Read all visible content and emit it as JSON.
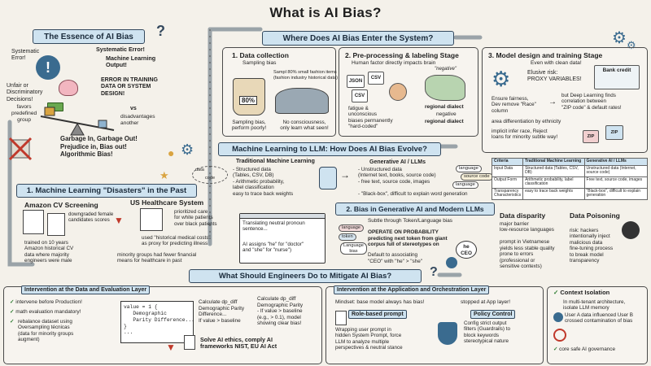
{
  "title": "What is AI Bias?",
  "essence": {
    "banner": "The Essence of AI Bias",
    "systematic_error_left": "Systematic\nError!",
    "systematic_error_right": "Systematic Error!",
    "ml_output": "Machine Learning\nOutput!",
    "unfair": "Unfair or\nDiscriminatory\nDecisions!",
    "error_training": "ERROR IN TRAINING\nDATA OR SYSTEM\nDESIGN!",
    "favors": "favors\npredefined\ngroup",
    "vs": "vs",
    "disadvantages": "disadvantages\nanother",
    "gigo": "Garbage In, Garbage Out!\nPrejudice in, Bias out!\nAlgorithmic Bias!"
  },
  "enter": {
    "banner": "Where Does AI Bias Enter the System?",
    "s1_title": "1. Data collection",
    "s1_sub": "Sampling bias",
    "s1_note": "Sampl 80% small fashion items\n(fashion industry historical data)",
    "s1_badge": "80%",
    "s1_cap1": "Sampling bias,\nperform poorly!",
    "s1_cap2": "No consciousness,\nonly learn what seen!",
    "s2_title": "2. Pre-processing & labeling Stage",
    "s2_sub": "Human factor directly impacts brain",
    "s2_json": "JSON",
    "s2_csv": "CSV",
    "s2_csv2": "CSV",
    "s2_negative": "\"negative\"",
    "s2_fatigue": "fatigue &\nunconscious\nbiases permanently\n\"hard-coded\"",
    "s2_dialect1": "regional dialect",
    "s2_negative2": "negative",
    "s2_dialect2": "regional dialect",
    "s3_title": "3. Model design and training Stage",
    "s3_sub": "Even with clean data!",
    "s3_risk": "Elusive risk:\nPROXY VARIABLES!",
    "s3_bank": "Bank credit",
    "s3_fair": "Ensure fairness,\nDev remove \"Race\"\ncolumn",
    "s3_but": "but Deep Learning finds\ncorrelation between\n\"ZIP code\" & default rates!",
    "s3_diff": "area differentiation by ethnicity",
    "s3_implicit": "implicit infer race, Reject\nloans for minority subtle way!",
    "s3_zip1": "ZIP",
    "s3_zip2": "ZIP"
  },
  "evolve": {
    "banner": "Machine Learning to LLM: How Does AI Bias Evolve?",
    "trad_title": "Traditional Machine Learning",
    "trad_points": "- Structured data\n  (Tables, CSV, DB)\n- Arithmetic probability,\n  label classification\n  easy to trace back weights",
    "gen_title": "Generative AI / LLMs",
    "gen_points": "- Unstructured data\n  (Internet text, books, source code)\n- free text, source code, images\n\n- \"Black-box\", difficult to explain word generation",
    "chip_language": "language",
    "chip_source": "source code",
    "chip_language2": "language",
    "chip_data": "data",
    "chip_code": "code",
    "table_header": [
      "Criteria",
      "Traditional Machine Learning",
      "Generative AI / LLMs"
    ],
    "table_rows": [
      [
        "Input Data",
        "Structured data (Tables, CSV, DB)",
        "Unstructured data (Internet, source code)"
      ],
      [
        "Output Form",
        "Arithmetic probability, label classification",
        "Free text, source code, images"
      ],
      [
        "Transparency Characteristics",
        "easy to trace back weights",
        "\"Black-box\", difficult to explain generation"
      ]
    ]
  },
  "disasters": {
    "banner": "1. Machine Learning \"Disasters\" in the Past",
    "amazon_title": "Amazon CV Screening",
    "amazon_down": "downgraded female\ncandidates scores",
    "amazon_train": "trained on 10 years\nAmazon historical CV\ndata where majority\nengineers were male",
    "health_title": "US Healthcare System",
    "health_care": "prioritized care\nfor white patients\nover black patients",
    "health_costs": "used \"historical medical costs\"\nas proxy for predicting illness",
    "health_minority": "minority groups had fewer financial\nmeans for healthcare in past",
    "translate_title": "Translating neutral pronoun\nsentence...",
    "translate_body": "AI assigns \"he\" for \"doctor\"\nand \"she\" for \"nurse\")"
  },
  "genbias": {
    "banner": "2. Bias in Generative AI and Modern LLMs",
    "subtle": "Subtle through Token/Language bias",
    "operate": "OPERATE ON PROBABILITY\npredicting next token from giant\ncorpus full of stereotypes on",
    "default": "Default to associating\n\"CEO\" with \"he\" > \"she\"",
    "he_ceo": "he\nCEO",
    "chip_lang": "language",
    "chip_token": "token",
    "chip_bias": "Language\nbias",
    "disparity_title": "Data disparity",
    "disparity_body": "major barrier\nlow-resource languages\n\nprompt in Vietnamese\nyields less stable quality\nprone to errors\n(professional or\nsensitive contexts)",
    "poison_title": "Data Poisoning",
    "poison_body": "risk: hackers\nintentionally inject\nmalicious data\nfine-tuning process\nto break model\ntransparency"
  },
  "mitigate": {
    "banner": "What Should Engineers Do to Mitigate AI Bias?",
    "data_layer": "Intervention at the Data and Evaluation Layer",
    "d1": "intervene before Production!",
    "d2": "math evaluation mandatory!",
    "d3": "rebalance dataset using\nOversampling técnicas\n(data for minority groups\naugment)",
    "code_text": "value = 1 {\n   Demographic\n   Parity Difference...\n}\n...",
    "calc1": "Calculate dp_diff\nDemographic Parity\nDifference...\nIf value > baseline",
    "calc2": "Calculate dp_diff\nDemographic Parity\n- If value > baseline\n(e.g., > 0.1), model\nshowing clear bias!",
    "ethics": "Solve AI ethics, comply AI\nframeworks NIST, EU AI Act",
    "app_layer": "Intervention at the Application and Orchestration Layer",
    "mindset": "Mindset: base model always has bias!",
    "stopped": "stopped at App layer!",
    "role_title": "Role-based prompt",
    "role_body": "Wrapping user prompt in\nhidden System Prompt, force\nLLM to analyze multiple\nperspectives & neutral stance",
    "policy_title": "Policy Control",
    "policy_body": "Config strict output\nfilters (Guardrails) to\nblock keywords\nstereotypical nature",
    "context_title": "Context Isolation",
    "context_body": "In multi-tenant architecture,\nisolate LLM memory",
    "context_user": "User A data influenced User B\ncrossed contamination of bias",
    "governance": "core safe AI governance"
  },
  "colors": {
    "banner_fill": "#cfe3f0",
    "ink": "#1f1f1f",
    "accent_red": "#c0392b",
    "accent_green": "#2e7d32",
    "paper": "#f4f1ea"
  }
}
